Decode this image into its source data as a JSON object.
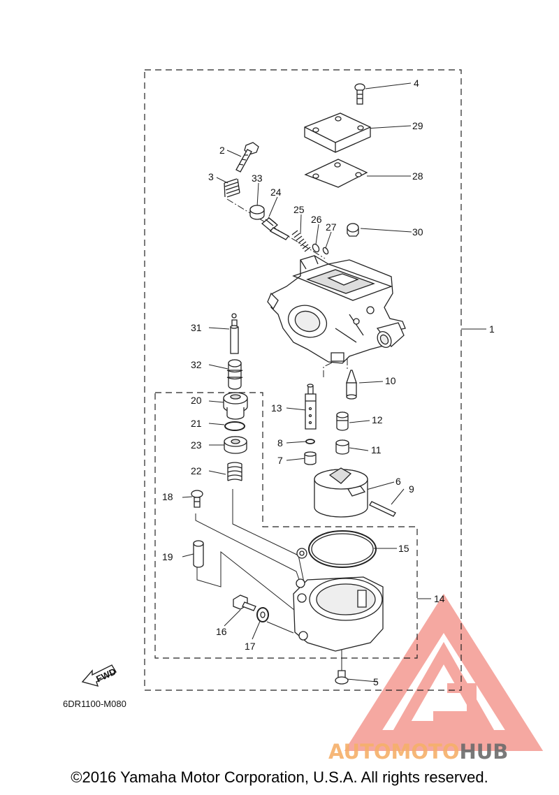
{
  "diagram": {
    "code": "6DR1100-M080",
    "fwd_label": "FWD",
    "callouts": {
      "c1": "1",
      "c2": "2",
      "c3": "3",
      "c4": "4",
      "c5": "5",
      "c6": "6",
      "c7": "7",
      "c8": "8",
      "c9": "9",
      "c10": "10",
      "c11": "11",
      "c12": "12",
      "c13": "13",
      "c14": "14",
      "c15": "15",
      "c16": "16",
      "c17": "17",
      "c18": "18",
      "c19": "19",
      "c20": "20",
      "c21": "21",
      "c22": "22",
      "c23": "23",
      "c24": "24",
      "c25": "25",
      "c26": "26",
      "c27": "27",
      "c28": "28",
      "c29": "29",
      "c30": "30",
      "c31": "31",
      "c32": "32",
      "c33": "33"
    }
  },
  "watermark": {
    "part1": "AUTOMOTO",
    "part2": "HUB",
    "color_primary": "#f28b82",
    "color_accent": "#f6b06a",
    "color_dark": "#6b6b6b"
  },
  "footer": {
    "copyright": "©2016 Yamaha Motor Corporation, U.S.A. All rights reserved."
  }
}
